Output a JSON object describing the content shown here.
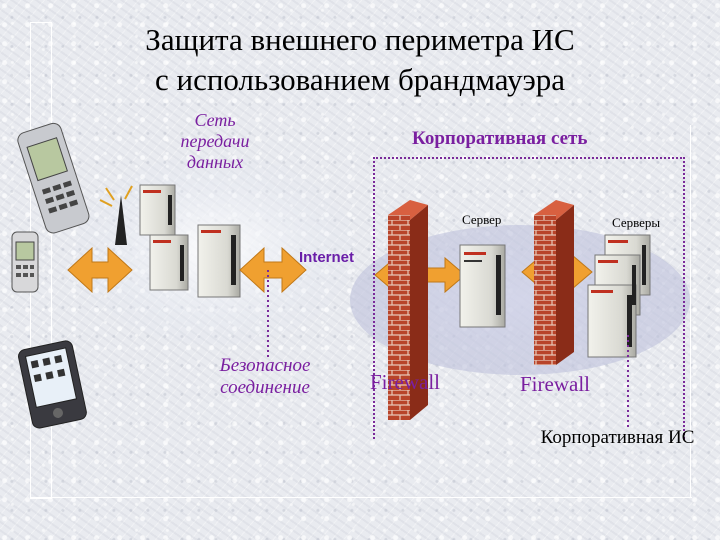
{
  "title": {
    "line1": "Защита внешнего периметра ИС",
    "line2": "с использованием брандмауэра"
  },
  "labels": {
    "data_network": "Сеть передачи данных",
    "corporate_network": "Корпоративная сеть",
    "server": "Сервер",
    "servers": "Серверы",
    "internet": "Internet",
    "secure_connection": "Безопасное соединение",
    "firewall_1": "Firewall",
    "firewall_2": "Firewall",
    "corporate_is": "Корпоративная ИС"
  },
  "colors": {
    "accent_purple": "#7a1fa0",
    "arrow_orange": "#f0a030",
    "brick": "#b8442a"
  }
}
